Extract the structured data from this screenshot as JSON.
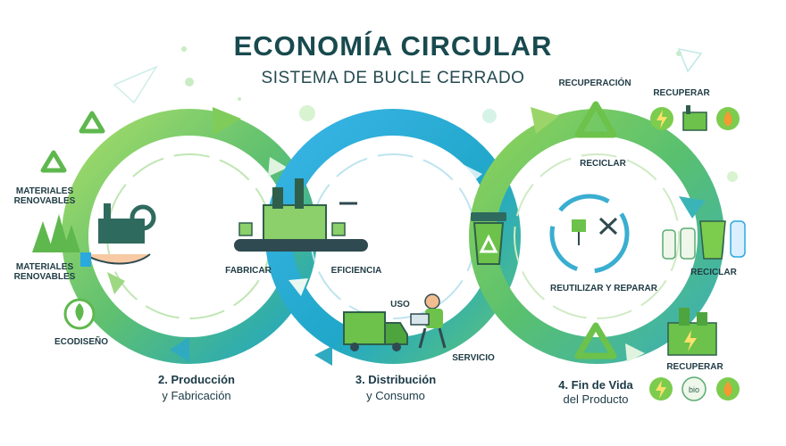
{
  "header": {
    "title": "ECONOMÍA CIRCULAR",
    "subtitle": "SISTEMA DE BUCLE CERRADO"
  },
  "left_labels": {
    "materiales_1": [
      "MATERIALES",
      "RENOVABLES"
    ],
    "materiales_2": [
      "MATERIALES",
      "RENOVABLES"
    ],
    "ecodiseno": "ECODISEÑO"
  },
  "middle_labels": {
    "fabricar": "FABRICAR",
    "eficiencia": "EFICIENCIA",
    "uso": "USO",
    "servicio": "SERVICIO"
  },
  "right_labels": {
    "recuperacion": "RECUPERACIÓN",
    "recuperar_top": "RECUPERAR",
    "reciclar_inner": "RECICLAR",
    "reciclar_right": "RECICLAR",
    "reutilizar": "REUTILIZAR Y REPARAR",
    "recuperar_bottom": "RECUPERAR",
    "bio": "bio"
  },
  "stages": {
    "produccion_title": "2. Producción",
    "produccion_sub": "y Fabricación",
    "distribucion_title": "3. Distribución",
    "distribucion_sub": "y Consumo",
    "fin_title": "4. Fin de Vida",
    "fin_sub": "del Producto"
  },
  "colors": {
    "green": "#6cc24a",
    "light_green": "#a7dc6a",
    "teal": "#1aa7b5",
    "blue": "#2aa8e0",
    "dark": "#1f3b44"
  }
}
